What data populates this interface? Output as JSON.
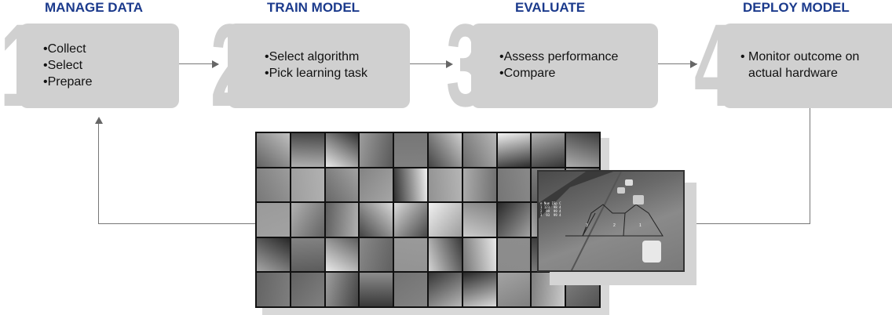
{
  "steps": [
    {
      "number": "1",
      "title": "MANAGE DATA",
      "bullets": [
        "Collect",
        "Select",
        "Prepare"
      ]
    },
    {
      "number": "2",
      "title": "TRAIN MODEL",
      "bullets": [
        "Select algorithm",
        "Pick learning task"
      ]
    },
    {
      "number": "3",
      "title": "EVALUATE",
      "bullets": [
        "Assess performance",
        "Compare"
      ]
    },
    {
      "number": "4",
      "title": "DEPLOY MODEL",
      "bullets": [
        "Monitor outcome on actual hardware"
      ]
    }
  ],
  "colors": {
    "title": "#1b3a8c",
    "box": "#d0d0d0",
    "arrow": "#777777"
  },
  "inset": {
    "hud": "e Num ISp C\n1 123  98 4\n2  99  99 4\n3  93  99 4",
    "zones": [
      "3",
      "2",
      "1"
    ]
  }
}
